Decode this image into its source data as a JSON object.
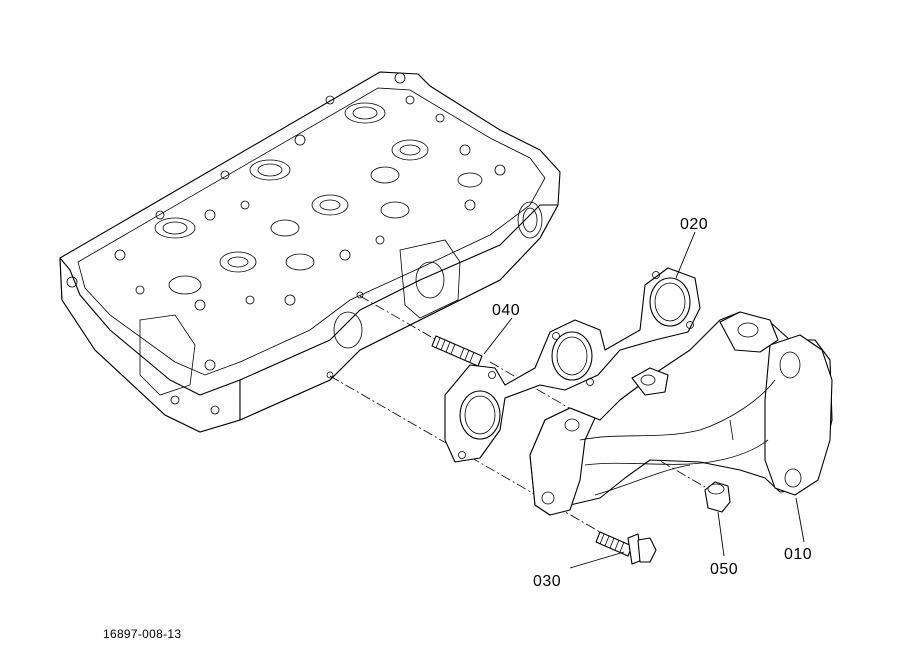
{
  "diagram": {
    "figure_id": "16897-008-13",
    "parts": [
      {
        "ref": "010",
        "name": "exhaust-manifold"
      },
      {
        "ref": "020",
        "name": "manifold-gasket"
      },
      {
        "ref": "030",
        "name": "flange-bolt"
      },
      {
        "ref": "040",
        "name": "stud-bolt"
      },
      {
        "ref": "050",
        "name": "nut"
      }
    ]
  }
}
